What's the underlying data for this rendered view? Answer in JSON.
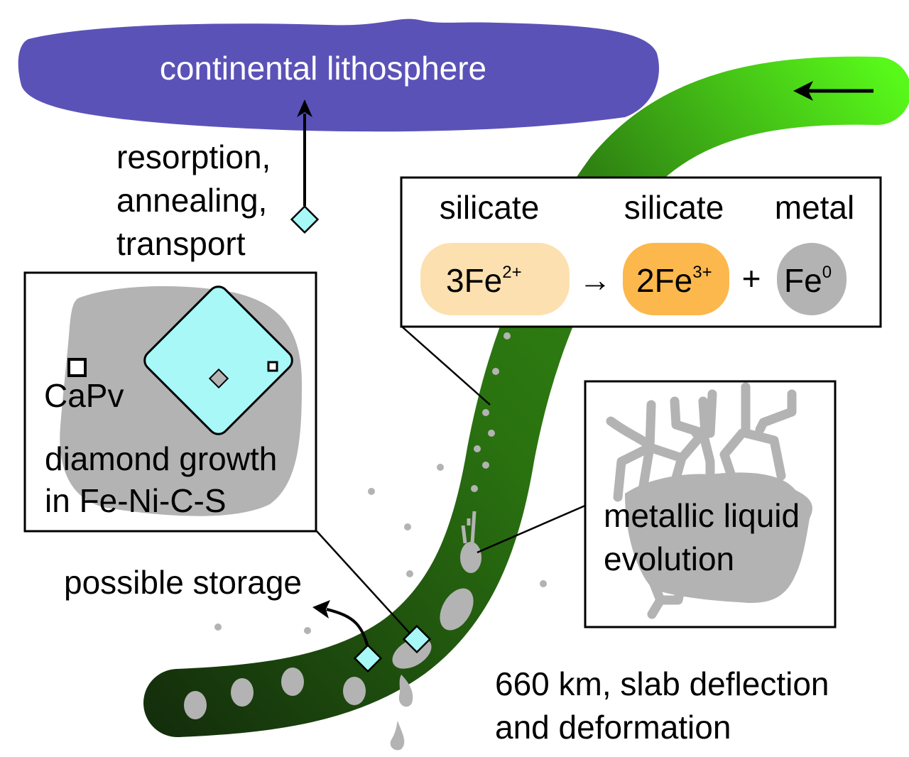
{
  "labels": {
    "lithosphere": "continental lithosphere",
    "resorption": [
      "resorption,",
      "annealing,",
      "transport"
    ],
    "capv": "CaPv",
    "diamond_growth": [
      "diamond growth",
      "in Fe-Ni-C-S"
    ],
    "possible_storage": "possible storage",
    "metallic_liquid": [
      "metallic liquid",
      "evolution"
    ],
    "deflection": [
      "660 km, slab deflection",
      "and deformation"
    ]
  },
  "reaction": {
    "headers": [
      "silicate",
      "silicate",
      "metal"
    ],
    "reactant": {
      "coef": "3Fe",
      "charge": "2+"
    },
    "arrow": "→",
    "product1": {
      "coef": "2Fe",
      "charge": "3+"
    },
    "plus": "+",
    "product2": {
      "coef": "Fe",
      "charge": "0"
    }
  },
  "colors": {
    "lithosphere": "#5b52b8",
    "slab_dark": "#163a0f",
    "slab_bright": "#55f51a",
    "diamond": "#a8f8f8",
    "metal_gray": "#b3b3b3",
    "fe2_box": "#fde0b0",
    "fe3_box": "#fcb84c"
  }
}
